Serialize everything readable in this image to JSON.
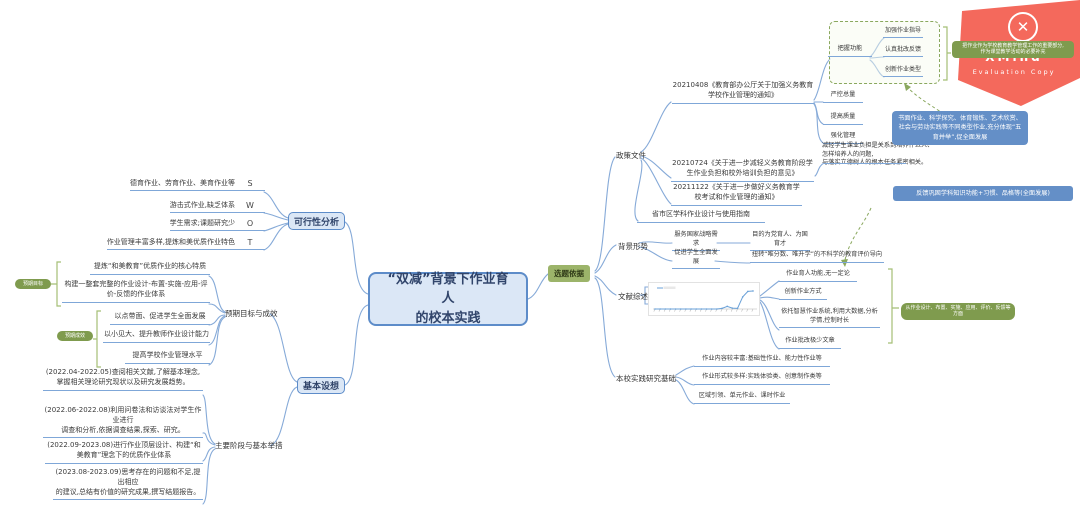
{
  "title": "“双减”背景下作业育人\n的校本实践",
  "colors": {
    "branch_line": "#86aad8",
    "node_fill": "#dbe7f6",
    "node_border": "#5d8cc9",
    "underline": "#7fa7d8",
    "green": "#8aa85e",
    "green_pill": "#7f9b4e",
    "callout_blue": "#648fc7",
    "ribbon_red": "#f4695c",
    "basis_green": "#9cb46a"
  },
  "left": {
    "feasibility": {
      "label": "可行性分析",
      "items": [
        {
          "text": "德育作业、劳育作业、美育作业等",
          "tag": "S"
        },
        {
          "text": "游击式作业,缺乏体系",
          "tag": "W"
        },
        {
          "text": "学生需求;课题研究少",
          "tag": "O"
        },
        {
          "text": "作业管理丰富多样,提炼和美优质作业特色",
          "tag": "T"
        }
      ]
    },
    "assumption": {
      "label": "基本设想",
      "goals": {
        "label": "预期目标与成效",
        "summaries": [
          {
            "label": "预期目标"
          },
          {
            "label": "预期成效"
          }
        ],
        "items": [
          "提炼“和美教育”优质作业的核心特质",
          "构建一整套完整的作业设计-布置-实施-应用-评价-反馈的作业体系",
          "以点带面、促进学生全面发展",
          "以小见大、提升教师作业设计能力",
          "提高学校作业管理水平"
        ]
      },
      "stages": {
        "label": "主要阶段与基本举措",
        "items": [
          "(2022.04-2022.05)查阅相关文献,了解基本理念,\n掌握相关理论研究现状以及研究发展趋势。",
          "(2022.06-2022.08)利用问卷法和访谈法对学生作业进行\n调查和分析,依据调查结果,探索、研究。",
          "(2022.09-2023.08)进行作业顶层设计、构建“和美教育”理念下的优质作业体系",
          "(2023.08-2023.09)思考存在的问题和不足,提出相应\n的建议,总结有价值的研究成果,撰写结题报告。"
        ]
      }
    }
  },
  "right": {
    "basis_label": "选题依据",
    "policy": {
      "label": "政策文件",
      "docs": [
        "20210408《教育部办公厅关于加强义务教育学校作业管理的通知》",
        "20210724《关于进一步减轻义务教育阶段学生作业负担和校外培训负担的意见》",
        "20211122《关于进一步做好义务教育学校考试和作业管理的通知》",
        "省市区学科作业设计与使用指南"
      ],
      "grasp": {
        "label": "把握功能",
        "items": [
          "加强作业指导",
          "认真批改反馈",
          "创新作业类型"
        ]
      },
      "controls": [
        "严控总量",
        "提高质量",
        "强化管理"
      ],
      "annotation": "把作业作为学校教育教学管理工作的重要部分,\n作为课堂教学活动的必要补充",
      "note": "减轻学生课业负担是关系到培养什么人、怎样培养人的问题,\n与落实立德树人的根本任务紧密相关。"
    },
    "background": {
      "label": "背景形势",
      "rows": [
        {
          "label": "服务国家战略需求",
          "value": "目的为党育人、为国育才"
        },
        {
          "label": "促进学生全面发展",
          "value": "扭转“唯分数、唯升学”的不科学的教育评价导向"
        }
      ]
    },
    "literature": {
      "label": "文献综述",
      "items": [
        "作业育人功能,无一定论",
        "创新作业方式",
        "依托智慧作业系统,利用大数据,分析学情,控制时长",
        "作业批改极少文章"
      ],
      "annotation": "从作业设计、布置、实施、应用、评价、反馈等方面"
    },
    "practice": {
      "label": "本校实践研究基础",
      "items": [
        "作业内容较丰富:基础性作业、能力性作业等",
        "作业形式较多样:实践体验类、创意制作类等",
        "区域引领、单元作业、课时作业"
      ]
    }
  },
  "callouts": {
    "types": "书面作业、科学探究、体育锻炼、艺术欣赏、社会与劳动实践等不同类型作业,充分体现“五育并举”,促全面发展",
    "feedback": "反馈巩固学科知识功能+习惯、品格等(全面发展)"
  },
  "watermark": {
    "brand": "XMind",
    "subtitle": "Evaluation Copy"
  },
  "chart_data": {
    "type": "line",
    "title": "",
    "xlabel": "",
    "ylabel": "",
    "x_tick_count": 20,
    "ylim": [
      0,
      10
    ],
    "legend_position": "top-left",
    "values": [
      0,
      0,
      0,
      0,
      0,
      0,
      0,
      0,
      0,
      0,
      0,
      0,
      0,
      0.3,
      1.2,
      0.4,
      0.3,
      5.5,
      8,
      8.2
    ]
  }
}
